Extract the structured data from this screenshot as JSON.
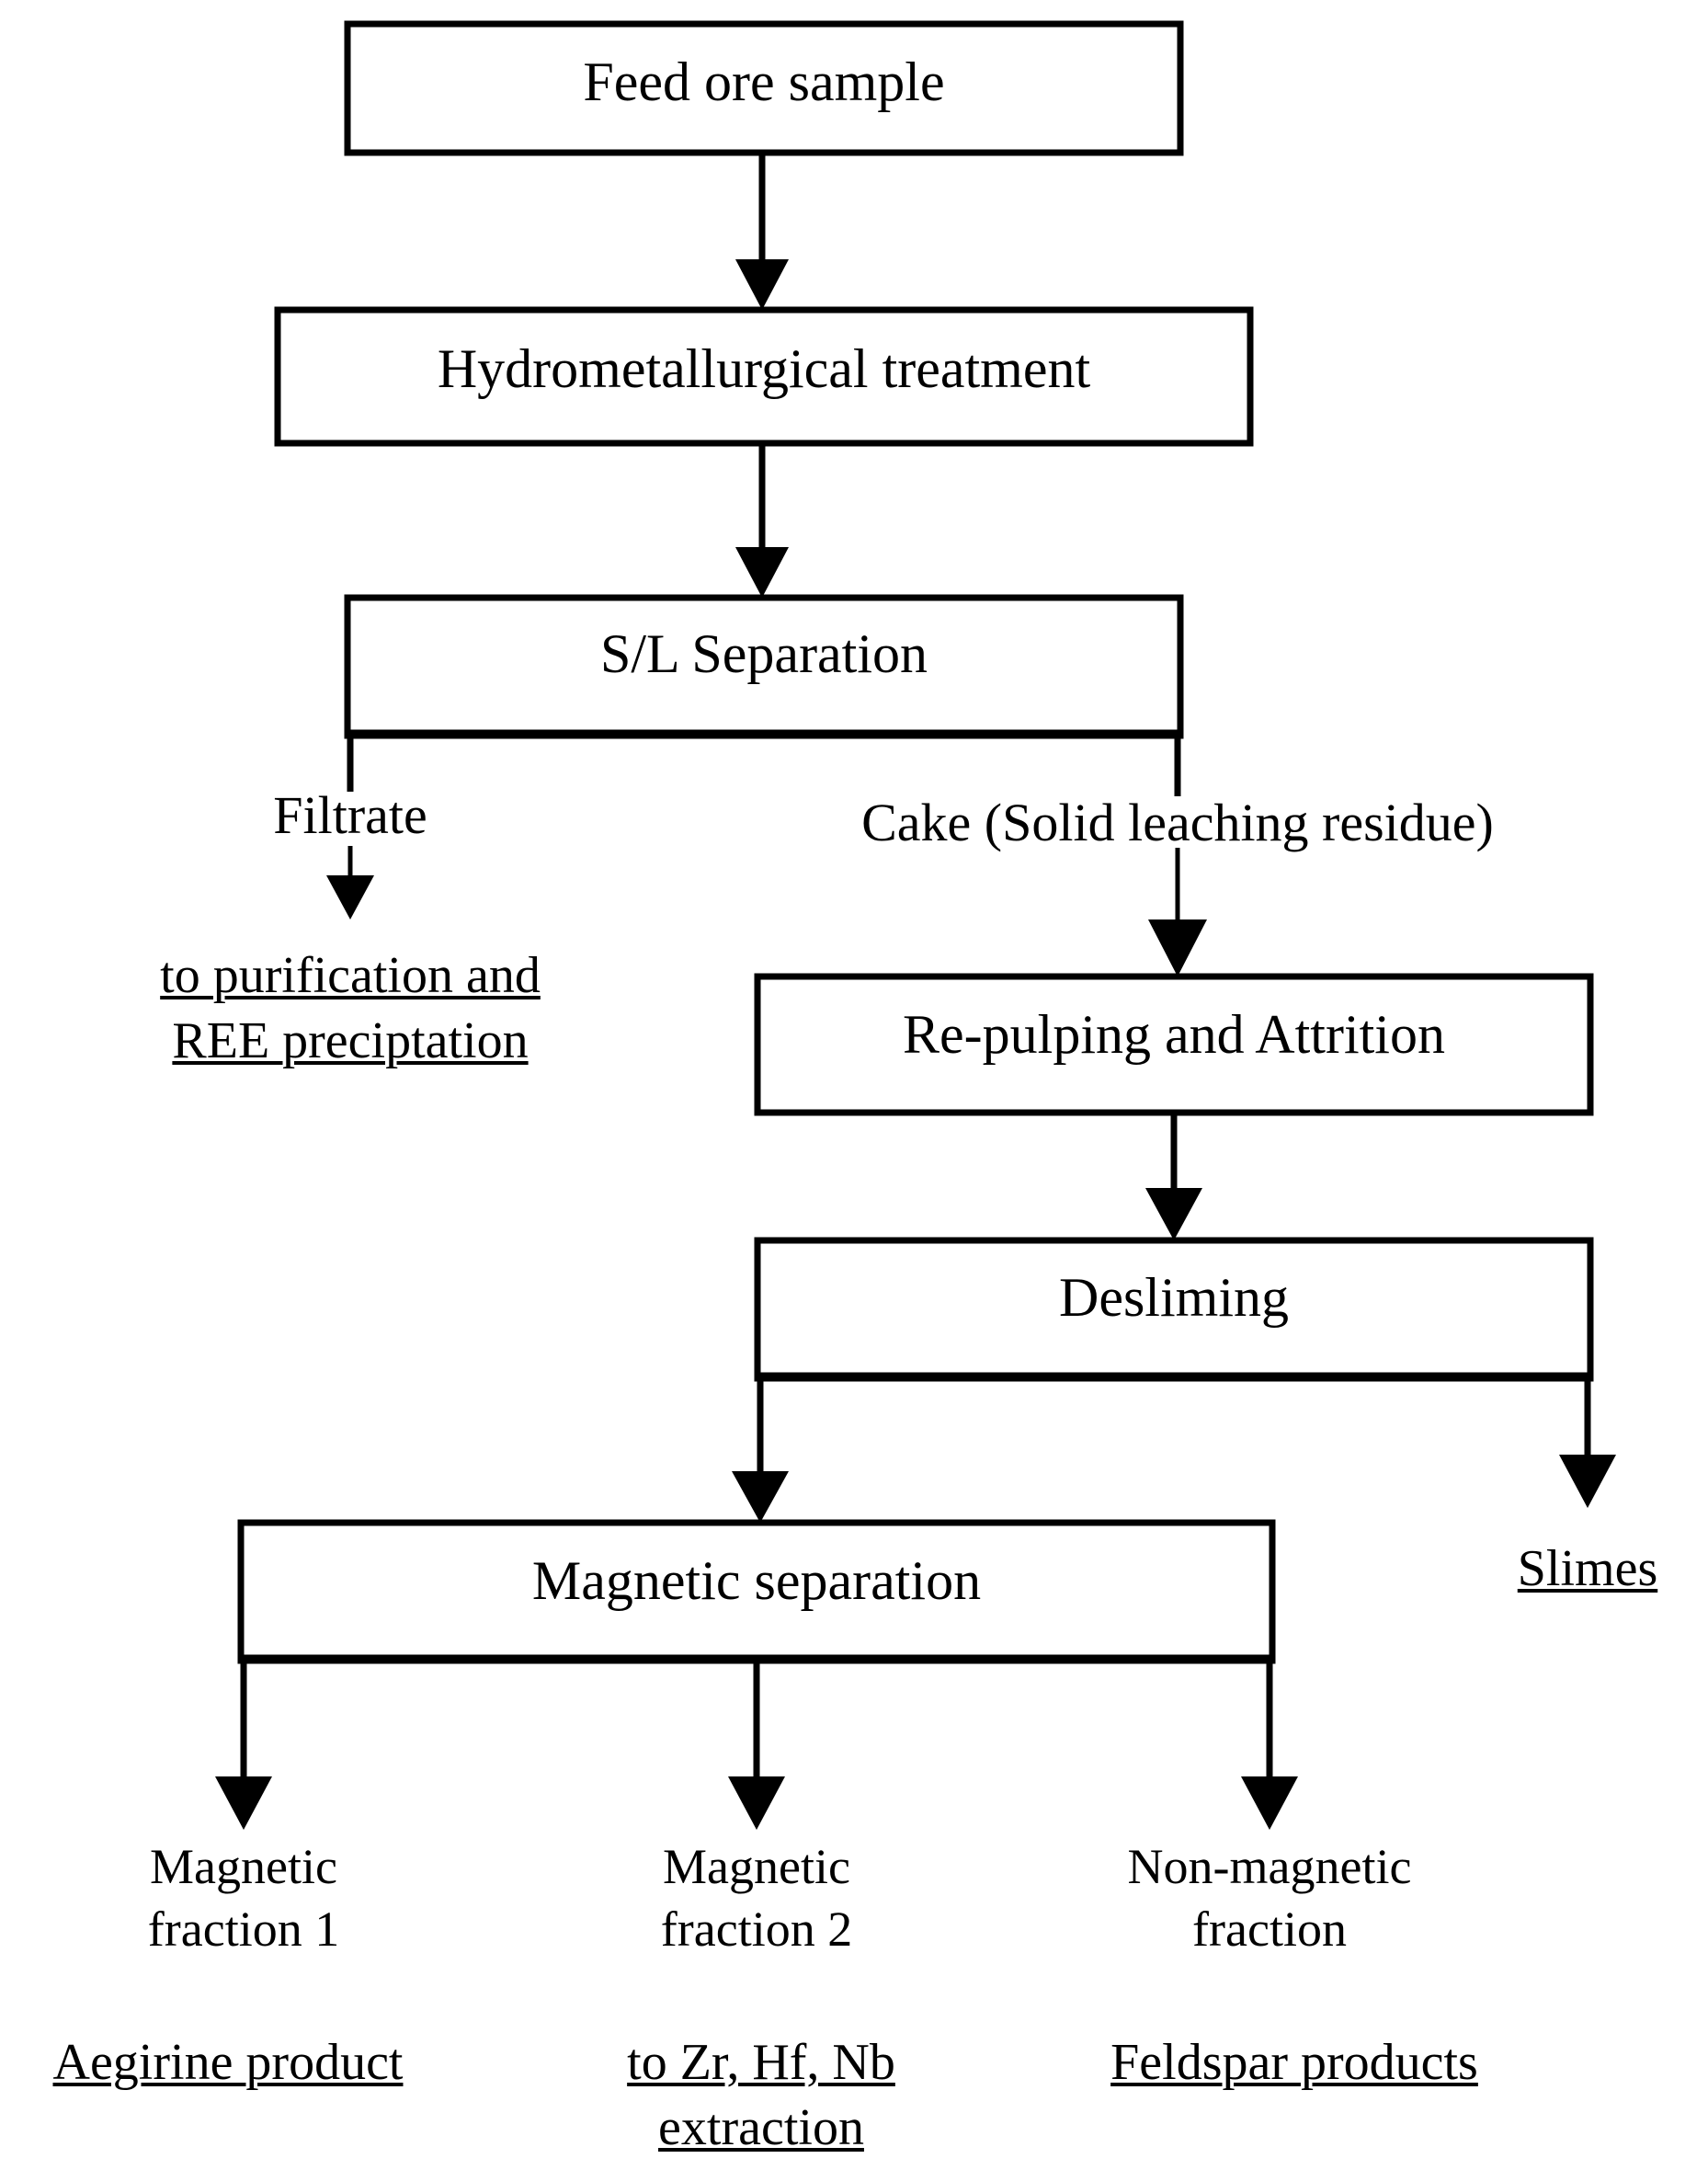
{
  "diagram": {
    "title": "Mineral processing flowsheet for feed ore sample",
    "type": "process-flowchart",
    "background_color": "#ffffff",
    "line_color": "#000000",
    "text_color": "#000000"
  },
  "boxes": {
    "feed_ore": "Feed ore sample",
    "hydromet": "Hydrometallurgical treatment",
    "sl_separation": "S/L Separation",
    "repulping": "Re-pulping and Attrition",
    "desliming": "Desliming",
    "magnetic_separation": "Magnetic separation"
  },
  "stream_labels": {
    "filtrate": "Filtrate",
    "cake": "Cake (Solid leaching residue)"
  },
  "fraction_labels": {
    "magnetic_1_line1": "Magnetic",
    "magnetic_1_line2": "fraction 1",
    "magnetic_2_line1": "Magnetic",
    "magnetic_2_line2": "fraction 2",
    "non_magnetic_line1": "Non-magnetic",
    "non_magnetic_line2": "fraction"
  },
  "products": {
    "purification_line1": "to purification and",
    "purification_line2": "REE preciptation",
    "slimes": "Slimes",
    "aegirine": "Aegirine product",
    "zr_hf_nb_line1": "to Zr, Hf, Nb",
    "zr_hf_nb_line2": "extraction",
    "feldspar": "Feldspar products"
  }
}
